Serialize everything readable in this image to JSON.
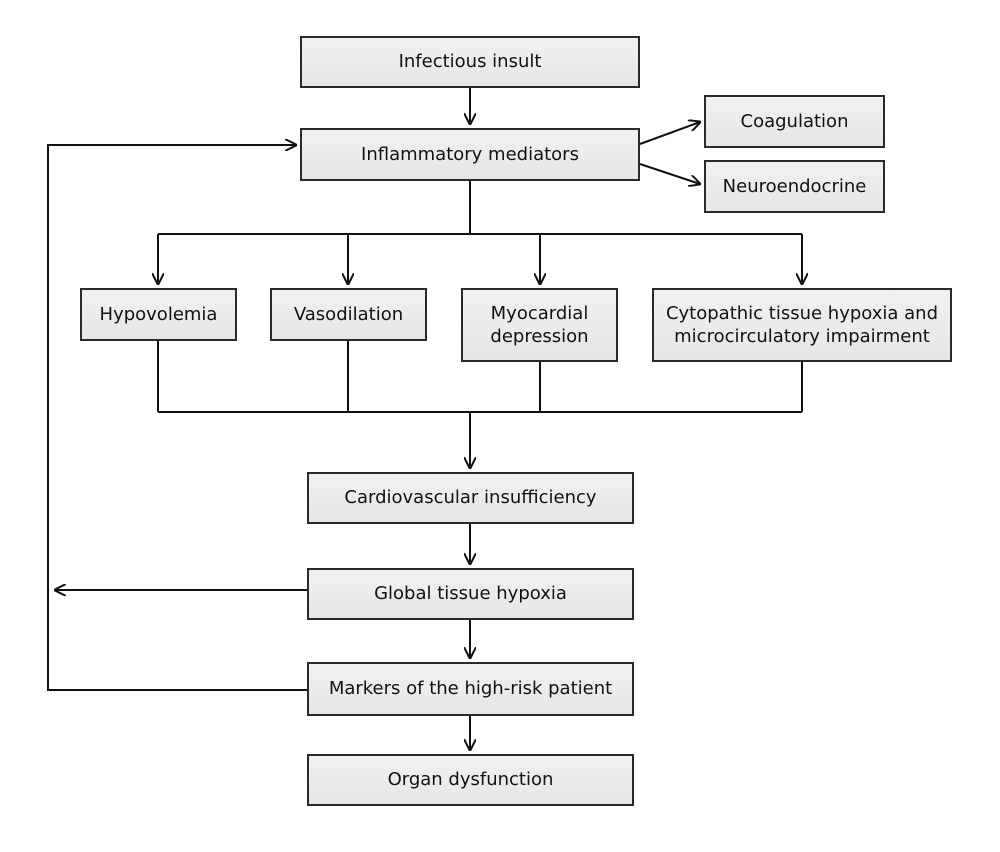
{
  "colors": {
    "box_fill": "#eaeaea",
    "box_border": "#2a2a2a",
    "line": "#111111",
    "text": "#111111"
  },
  "nodes": {
    "infectious_insult": "Infectious insult",
    "inflammatory_mediators": "Inflammatory mediators",
    "coagulation": "Coagulation",
    "neuroendocrine": "Neuroendocrine",
    "hypovolemia": "Hypovolemia",
    "vasodilation": "Vasodilation",
    "myocardial_depression": "Myocardial\ndepression",
    "cytopathic_hypoxia": "Cytopathic tissue hypoxia and\nmicrocirculatory impairment",
    "cardiovascular_insufficiency": "Cardiovascular insufficiency",
    "global_tissue_hypoxia": "Global tissue hypoxia",
    "markers_high_risk": "Markers of the high-risk patient",
    "organ_dysfunction": "Organ dysfunction"
  }
}
